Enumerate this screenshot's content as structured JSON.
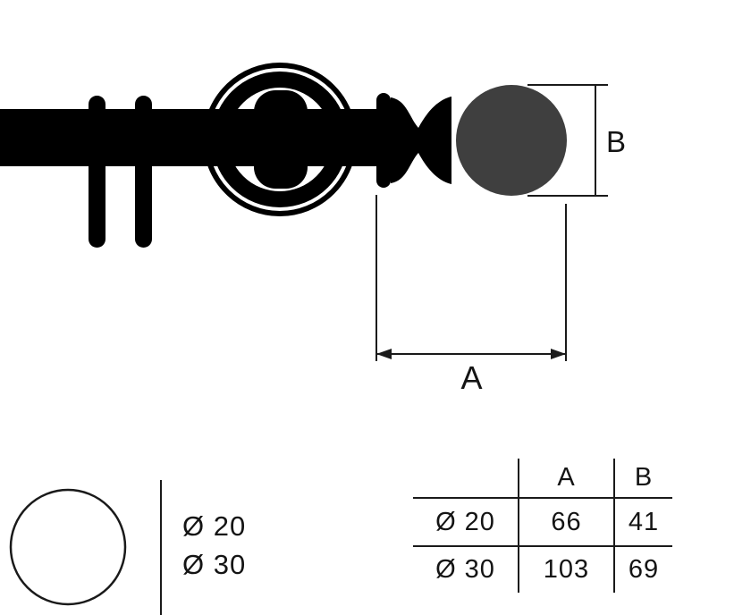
{
  "drawing": {
    "dim_a_label": "A",
    "dim_b_label": "B"
  },
  "cross_section": {
    "labels": [
      "Ø 20",
      "Ø 30"
    ]
  },
  "table": {
    "col_headers": [
      "A",
      "B"
    ],
    "rows": [
      {
        "label": "Ø 20",
        "a": "66",
        "b": "41"
      },
      {
        "label": "Ø 30",
        "a": "103",
        "b": "69"
      }
    ]
  },
  "colors": {
    "ink": "#000000",
    "ball": "#3f3f3f",
    "background": "#ffffff"
  }
}
